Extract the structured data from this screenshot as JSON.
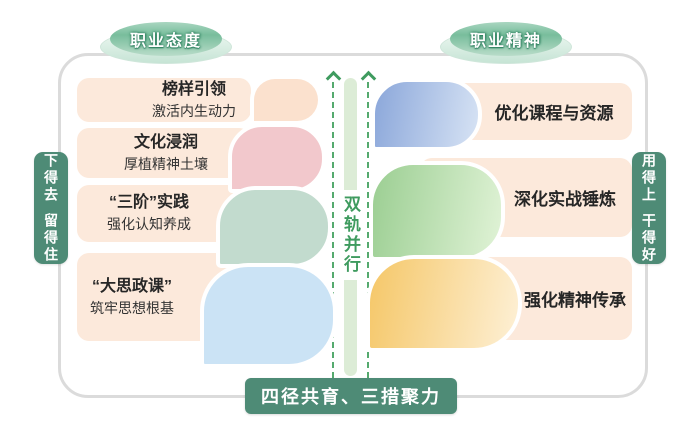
{
  "badges": {
    "left": "职业态度",
    "right": "职业精神"
  },
  "side_labels": {
    "left_top": "下得去",
    "left_bottom": "留得住",
    "right_top": "用得上",
    "right_bottom": "干得好"
  },
  "left_column": {
    "items": [
      {
        "title": "榜样引领",
        "subtitle": "激活内生动力"
      },
      {
        "title": "文化浸润",
        "subtitle": "厚植精神土壤"
      },
      {
        "title": "“三阶”实践",
        "subtitle": "强化认知养成"
      },
      {
        "title": "“大思政课”",
        "subtitle": "筑牢思想根基"
      }
    ]
  },
  "right_column": {
    "items": [
      {
        "title": "优化课程与资源"
      },
      {
        "title": "深化实战锤炼"
      },
      {
        "title": "强化精神传承"
      }
    ]
  },
  "center": {
    "label": "双轨并行"
  },
  "banner": {
    "label": "四径共育、三措聚力"
  },
  "colors": {
    "deep_green": "#4e8b76",
    "dashed_green": "#55aa6e",
    "center_text_green": "#3f9b5f",
    "pale_track_green": "#dcecd6",
    "bar_peach": "#fce9db",
    "petal_peach": "#fbe1ce",
    "petal_pink": "#f2c8cc",
    "petal_mint": "#c2dbce",
    "petal_blue": "#cbe3f5",
    "petal_grad_blue": "#8ba7da",
    "petal_grad_green": "#9bce92",
    "petal_grad_orange": "#f5c768",
    "badge_green": "#78bd9c",
    "frame_gray": "#dbdbdb"
  }
}
